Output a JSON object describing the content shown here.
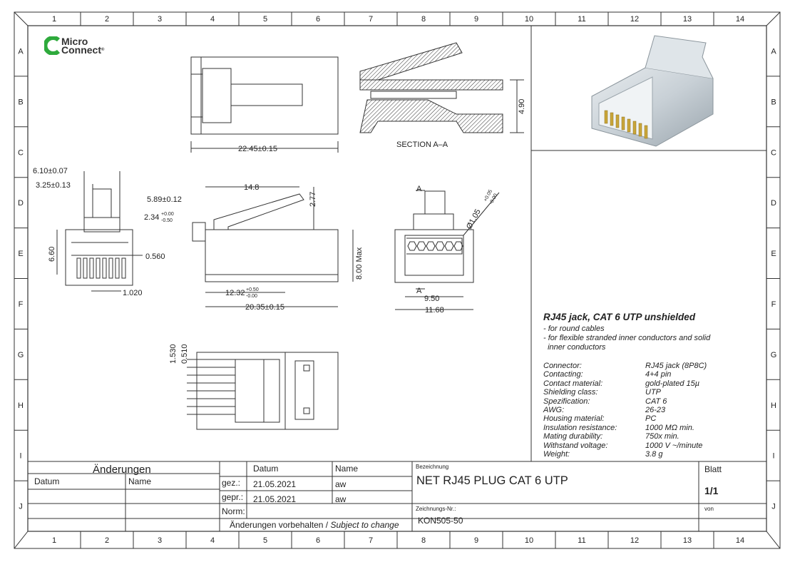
{
  "border": {
    "columns": [
      "1",
      "2",
      "3",
      "4",
      "5",
      "6",
      "7",
      "8",
      "9",
      "10",
      "11",
      "12",
      "13",
      "14"
    ],
    "rows": [
      "A",
      "B",
      "C",
      "D",
      "E",
      "F",
      "G",
      "H",
      "I",
      "J"
    ]
  },
  "logo": {
    "line1": "Micro",
    "line2": "Connect",
    "mark": "®",
    "icon": "c-logo-icon",
    "color": "#2eaa3c"
  },
  "drawing": {
    "section_label": "SECTION A–A",
    "dims": {
      "top_length": "22.45±0.15",
      "section_height": "4.90",
      "front_w1": "6.10±0.07",
      "front_w2": "3.25±0.13",
      "front_h": "6.60",
      "pin_w": "0.560",
      "pin_pitch": "1.020",
      "side_latch_len": "14.8",
      "side_latch_h": "5.89±0.12",
      "side_tol_base": "2.34",
      "side_tol_up": "+0.00",
      "side_tol_low": "-0.50",
      "side_latch_rise": "2.77",
      "side_max_h": "8.00 Max",
      "side_len1_base": "12.32",
      "side_len1_up": "+0.50",
      "side_len1_low": "-0.00",
      "side_len2": "20.35±0.15",
      "end_dia_base": "Ø1.05",
      "end_dia_up": "+0.05",
      "end_dia_low": "-0.00",
      "end_w1": "9.50",
      "end_w2": "11.68",
      "cut_a": "A",
      "bottom_d1": "1.530",
      "bottom_d2": "0.510"
    }
  },
  "product": {
    "title": "RJ45 jack, CAT 6 UTP unshielded",
    "bullets": [
      "- for round cables",
      "- for flexible stranded inner conductors and solid",
      "  inner conductors"
    ],
    "specs": [
      {
        "label": "Connector:",
        "value": "RJ45 jack (8P8C)"
      },
      {
        "label": "Contacting:",
        "value": "4+4 pin"
      },
      {
        "label": "Contact material:",
        "value": "gold-plated 15µ"
      },
      {
        "label": "Shielding class:",
        "value": "UTP"
      },
      {
        "label": "Spezification:",
        "value": "CAT 6"
      },
      {
        "label": "AWG:",
        "value": "26-23"
      },
      {
        "label": "Housing material:",
        "value": "PC"
      },
      {
        "label": "Insulation resistance:",
        "value": "1000 MΩ min."
      },
      {
        "label": "Mating durability:",
        "value": "750x min."
      },
      {
        "label": "Withstand voltage:",
        "value": "1000 V ~/minute"
      },
      {
        "label": "Weight:",
        "value": "3.8 g"
      }
    ]
  },
  "title_block": {
    "changes_header": "Änderungen",
    "col_datum": "Datum",
    "col_name": "Name",
    "col_datum2": "Datum",
    "col_name2": "Name",
    "gez": "gez.:",
    "gez_date": "21.05.2021",
    "gez_name": "aw",
    "gepr": "gepr.:",
    "gepr_date": "21.05.2021",
    "gepr_name": "aw",
    "norm": "Norm:",
    "change_note_de": "Änderungen vorbehalten / ",
    "change_note_en": "Subject to change",
    "bezeichnung_label": "Bezeichnung",
    "bezeichnung": "NET RJ45 PLUG CAT 6 UTP",
    "zeichnung_label": "Zeichnungs-Nr.:",
    "zeichnung": "KON505-50",
    "blatt_label": "Blatt",
    "blatt": "1/1",
    "von_label": "von"
  }
}
